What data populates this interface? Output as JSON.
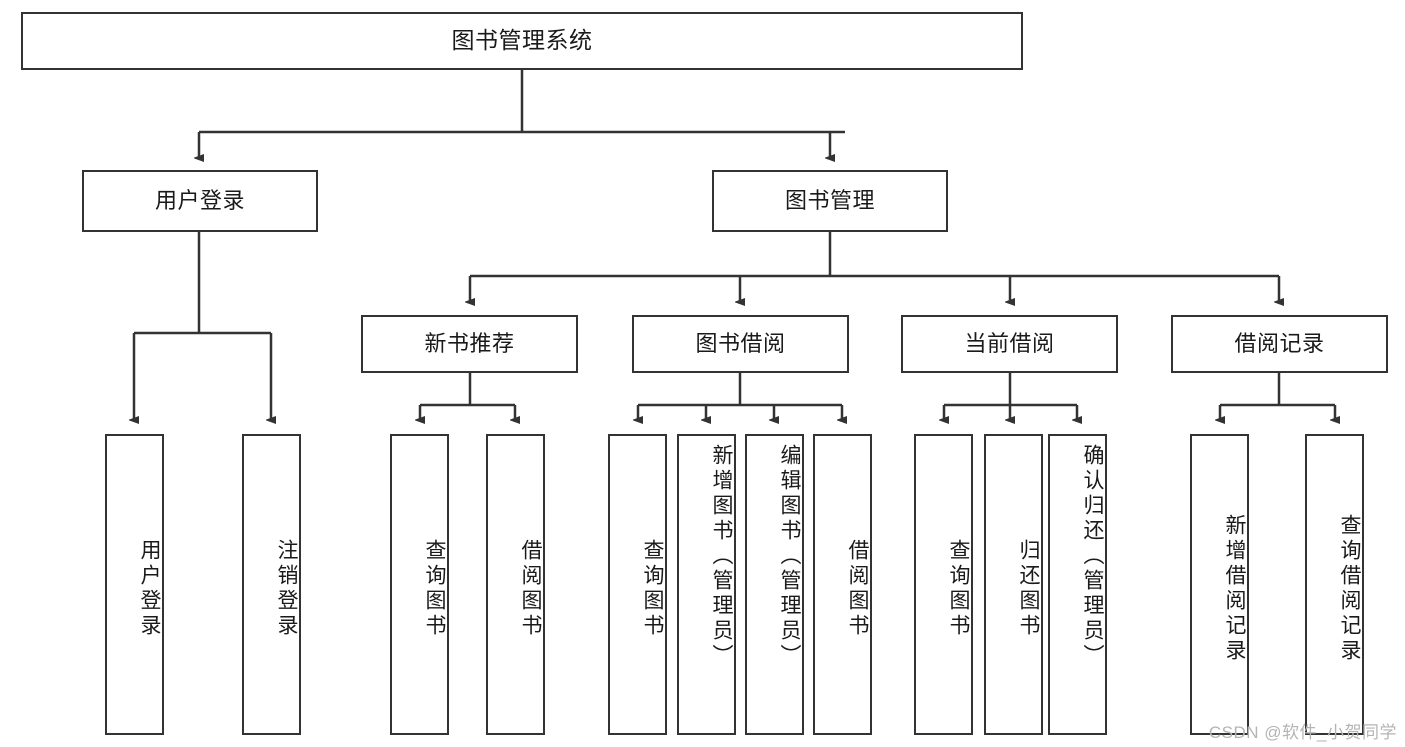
{
  "diagram": {
    "title": "图书管理系统",
    "type": "functional-structure-tree",
    "root": {
      "label": "图书管理系统"
    },
    "level2": [
      {
        "label": "用户登录"
      },
      {
        "label": "图书管理"
      }
    ],
    "level3": [
      {
        "label": "新书推荐"
      },
      {
        "label": "图书借阅"
      },
      {
        "label": "当前借阅"
      },
      {
        "label": "借阅记录"
      }
    ],
    "leaves": {
      "user_login": [
        {
          "label": "用户登录"
        },
        {
          "label": "注销登录"
        }
      ],
      "new_book_recommend": [
        {
          "label": "查询图书"
        },
        {
          "label": "借阅图书"
        }
      ],
      "book_borrow": [
        {
          "label": "查询图书"
        },
        {
          "label": "新增图书（管理员）"
        },
        {
          "label": "编辑图书（管理员）"
        },
        {
          "label": "借阅图书"
        }
      ],
      "current_borrow": [
        {
          "label": "查询图书"
        },
        {
          "label": "归还图书"
        },
        {
          "label": "确认归还（管理员）"
        }
      ],
      "borrow_record": [
        {
          "label": "新增借阅记录"
        },
        {
          "label": "查询借阅记录"
        }
      ]
    }
  },
  "watermark": {
    "text": "CSDN @软件_小贺同学"
  },
  "colors": {
    "stroke": "#333333",
    "background": "#ffffff",
    "text": "#1a1a1a",
    "watermark": "#b4b4b4"
  }
}
